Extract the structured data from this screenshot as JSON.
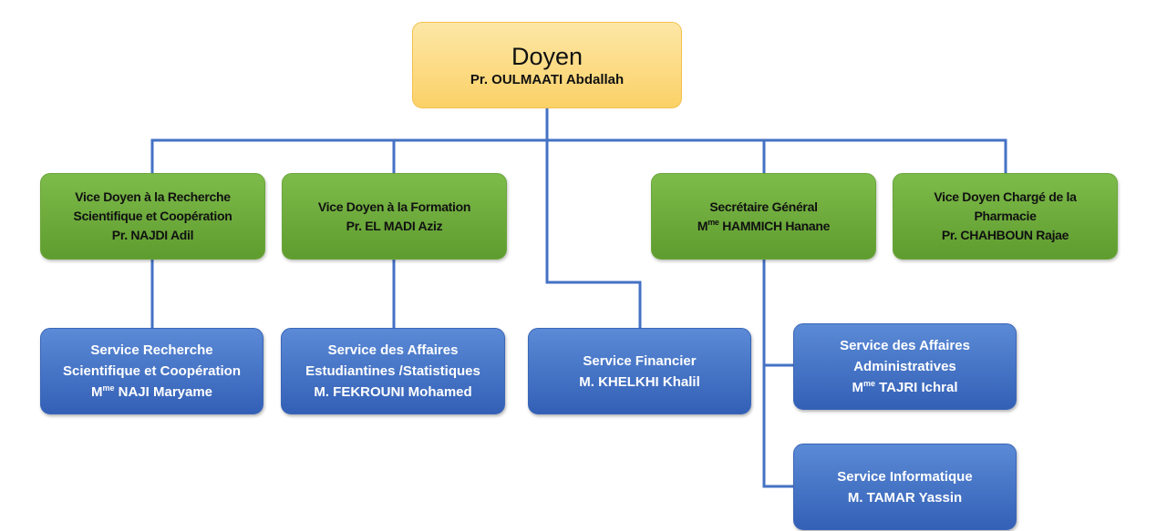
{
  "colors": {
    "connector": "#4472c4",
    "dean_fill": "#fbd56f",
    "vice_fill": "#70ad47",
    "service_fill": "#4472c4"
  },
  "dean": {
    "title": "Doyen",
    "name": "Pr. OULMAATI Abdallah"
  },
  "vice": {
    "recherche": {
      "line1": "Vice Doyen à la Recherche",
      "line2": "Scientifique  et Coopération",
      "line3": "Pr. NAJDI Adil"
    },
    "formation": {
      "line1": "Vice Doyen à la Formation",
      "line2": "Pr. EL MADI Aziz"
    },
    "secretaire": {
      "line1": "Secrétaire Général",
      "prefix": "M",
      "sup": "me",
      "name": " HAMMICH Hanane"
    },
    "pharmacie": {
      "line1": "Vice Doyen Chargé de la",
      "line2": "Pharmacie",
      "line3": "Pr. CHAHBOUN Rajae"
    }
  },
  "services": {
    "recherche": {
      "line1": "Service Recherche",
      "line2": "Scientifique et Coopération",
      "prefix": "M",
      "sup": "me",
      "name": " NAJI Maryame"
    },
    "etudiants": {
      "line1": "Service des Affaires",
      "line2": "Estudiantines /Statistiques",
      "line3": "M. FEKROUNI Mohamed"
    },
    "financier": {
      "line1": "Service Financier",
      "line2": "M. KHELKHI Khalil"
    },
    "administratives": {
      "line1": "Service des Affaires",
      "line2": "Administratives",
      "prefix": "M",
      "sup": "me",
      "name": " TAJRI Ichral"
    },
    "informatique": {
      "line1": "Service Informatique",
      "line2": "M. TAMAR Yassin"
    }
  }
}
